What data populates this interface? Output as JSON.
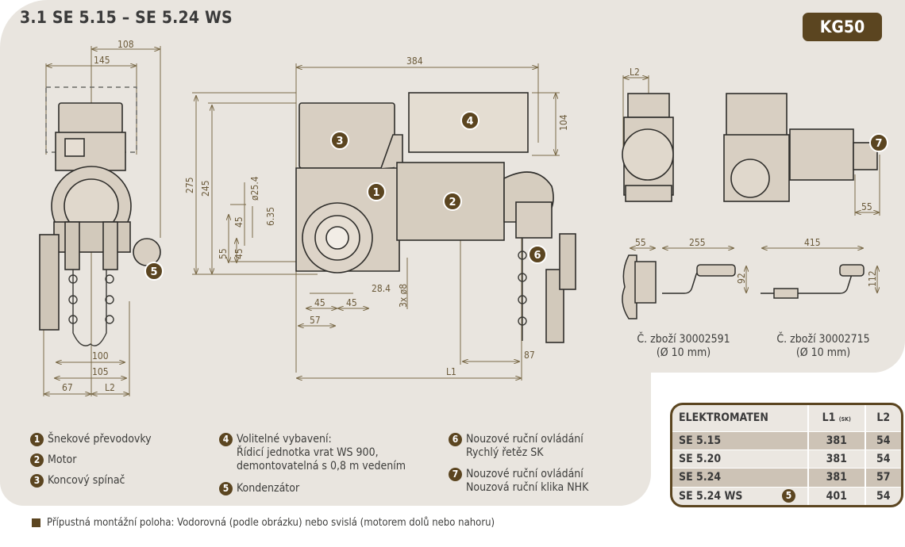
{
  "header": {
    "title": "3.1  SE 5.15  –  SE 5.24 WS",
    "badge": "KG50"
  },
  "colors": {
    "accent": "#5b4520",
    "panel": "#e9e5df",
    "table_stripe": "#cdc3b6"
  },
  "dimensions": {
    "front_view": [
      "108",
      "145",
      "100",
      "105",
      "67",
      "L2"
    ],
    "side_view": [
      "384",
      "104",
      "275",
      "245",
      "ø25.4",
      "6.35",
      "45",
      "55",
      "45",
      "28.4",
      "3x ø8",
      "45",
      "45",
      "57",
      "L1",
      "87"
    ],
    "small_views": [
      "L2",
      "55"
    ],
    "crank_1": [
      "55",
      "255",
      "92"
    ],
    "crank_2": [
      "415",
      "112"
    ]
  },
  "callouts": [
    "1",
    "2",
    "3",
    "4",
    "5",
    "6",
    "7"
  ],
  "crank_captions": [
    {
      "line1": "Č. zboží 30002591",
      "line2": "(Ø 10 mm)"
    },
    {
      "line1": "Č. zboží 30002715",
      "line2": "(Ø 10 mm)"
    }
  ],
  "legend": [
    {
      "num": "1",
      "lines": [
        "Šnekové převodovky"
      ]
    },
    {
      "num": "2",
      "lines": [
        "Motor"
      ]
    },
    {
      "num": "3",
      "lines": [
        "Koncový spínač"
      ]
    },
    {
      "num": "4",
      "lines": [
        "Volitelné vybavení:",
        "Řídicí jednotka vrat WS 900,",
        "demontovatelná s 0,8 m vedením"
      ]
    },
    {
      "num": "5",
      "lines": [
        "Kondenzátor"
      ]
    },
    {
      "num": "6",
      "lines": [
        "Nouzové ruční ovládání",
        "Rychlý řetěz SK"
      ]
    },
    {
      "num": "7",
      "lines": [
        "Nouzové ruční ovládání",
        "Nouzová ruční klika NHK"
      ]
    }
  ],
  "table": {
    "headers": {
      "col1": "ELEKTROMATEN",
      "col2": "L1",
      "col2_sub": "(SK)",
      "col3": "L2"
    },
    "rows": [
      {
        "model": "SE 5.15",
        "note": "",
        "l1": "381",
        "l2": "54"
      },
      {
        "model": "SE 5.20",
        "note": "",
        "l1": "381",
        "l2": "54"
      },
      {
        "model": "SE 5.24",
        "note": "",
        "l1": "381",
        "l2": "57"
      },
      {
        "model": "SE 5.24 WS",
        "note": "5",
        "l1": "401",
        "l2": "54"
      }
    ]
  },
  "footnote": "Přípustná montážní poloha: Vodorovná (podle obrázku) nebo svislá (motorem dolů nebo nahoru)"
}
